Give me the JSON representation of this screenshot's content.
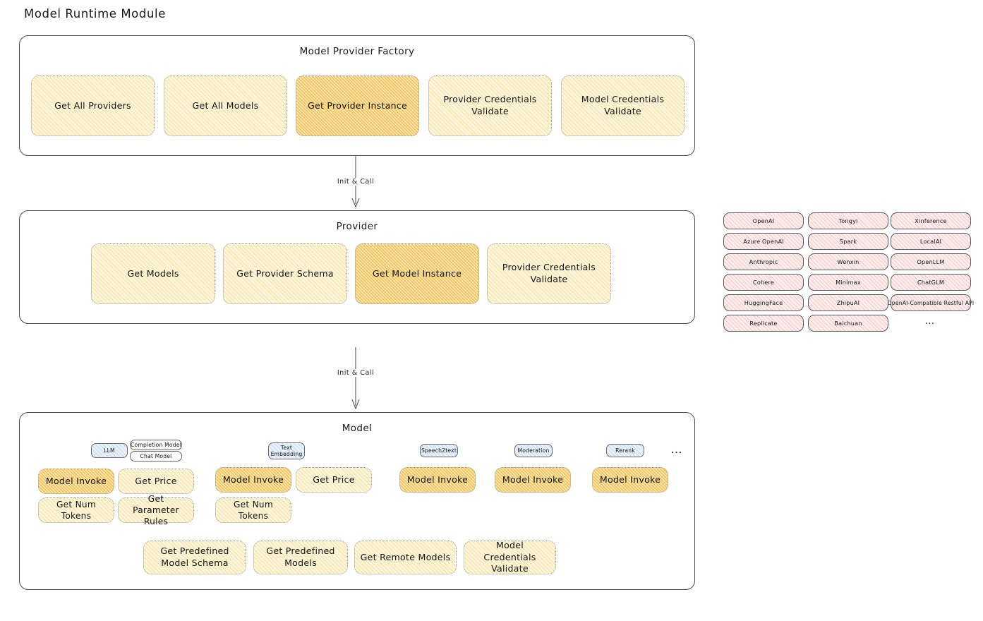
{
  "page": {
    "title": "Model Runtime Module"
  },
  "arrows": [
    {
      "label": "Init & Call"
    },
    {
      "label": "Init & Call"
    }
  ],
  "factory": {
    "title": "Model Provider Factory",
    "methods": [
      {
        "label": "Get All Providers",
        "highlight": false
      },
      {
        "label": "Get All Models",
        "highlight": false
      },
      {
        "label": "Get Provider Instance",
        "highlight": true
      },
      {
        "label": "Provider Credentials Validate",
        "highlight": false
      },
      {
        "label": "Model Credentials Validate",
        "highlight": false
      }
    ]
  },
  "provider": {
    "title": "Provider",
    "methods": [
      {
        "label": "Get Models",
        "highlight": false
      },
      {
        "label": "Get Provider Schema",
        "highlight": false
      },
      {
        "label": "Get Model Instance",
        "highlight": true
      },
      {
        "label": "Provider Credentials Validate",
        "highlight": false
      }
    ]
  },
  "provider_list": {
    "columns": [
      [
        "OpenAI",
        "Azure OpenAI",
        "Anthropic",
        "Cohere",
        "HuggingFace",
        "Replicate"
      ],
      [
        "Tongyi",
        "Spark",
        "Wenxin",
        "Minimax",
        "ZhipuAI",
        "Baichuan"
      ],
      [
        "Xinference",
        "LocalAI",
        "OpenLLM",
        "ChatGLM",
        "OpenAI-Compatible Restful API"
      ]
    ],
    "more": "..."
  },
  "model": {
    "title": "Model",
    "more": "...",
    "types": [
      {
        "badge": "LLM",
        "sub_badges": [
          "Completion Model",
          "Chat Model"
        ],
        "methods": [
          {
            "label": "Model Invoke",
            "highlight": true
          },
          {
            "label": "Get Price",
            "highlight": false
          },
          {
            "label": "Get Num Tokens",
            "highlight": false
          },
          {
            "label": "Get Parameter Rules",
            "highlight": false
          }
        ]
      },
      {
        "badge": "Text Embedding",
        "sub_badges": [],
        "methods": [
          {
            "label": "Model Invoke",
            "highlight": true
          },
          {
            "label": "Get Price",
            "highlight": false
          },
          {
            "label": "Get Num Tokens",
            "highlight": false
          }
        ]
      },
      {
        "badge": "Speech2text",
        "sub_badges": [],
        "methods": [
          {
            "label": "Model Invoke",
            "highlight": true
          }
        ]
      },
      {
        "badge": "Moderation",
        "sub_badges": [],
        "methods": [
          {
            "label": "Model Invoke",
            "highlight": true
          }
        ]
      },
      {
        "badge": "Rerank",
        "sub_badges": [],
        "methods": [
          {
            "label": "Model Invoke",
            "highlight": true
          }
        ]
      }
    ],
    "shared_methods": [
      {
        "label": "Get Predefined Model Schema"
      },
      {
        "label": "Get Predefined Models"
      },
      {
        "label": "Get Remote Models"
      },
      {
        "label": "Model Credentials Validate"
      }
    ]
  }
}
